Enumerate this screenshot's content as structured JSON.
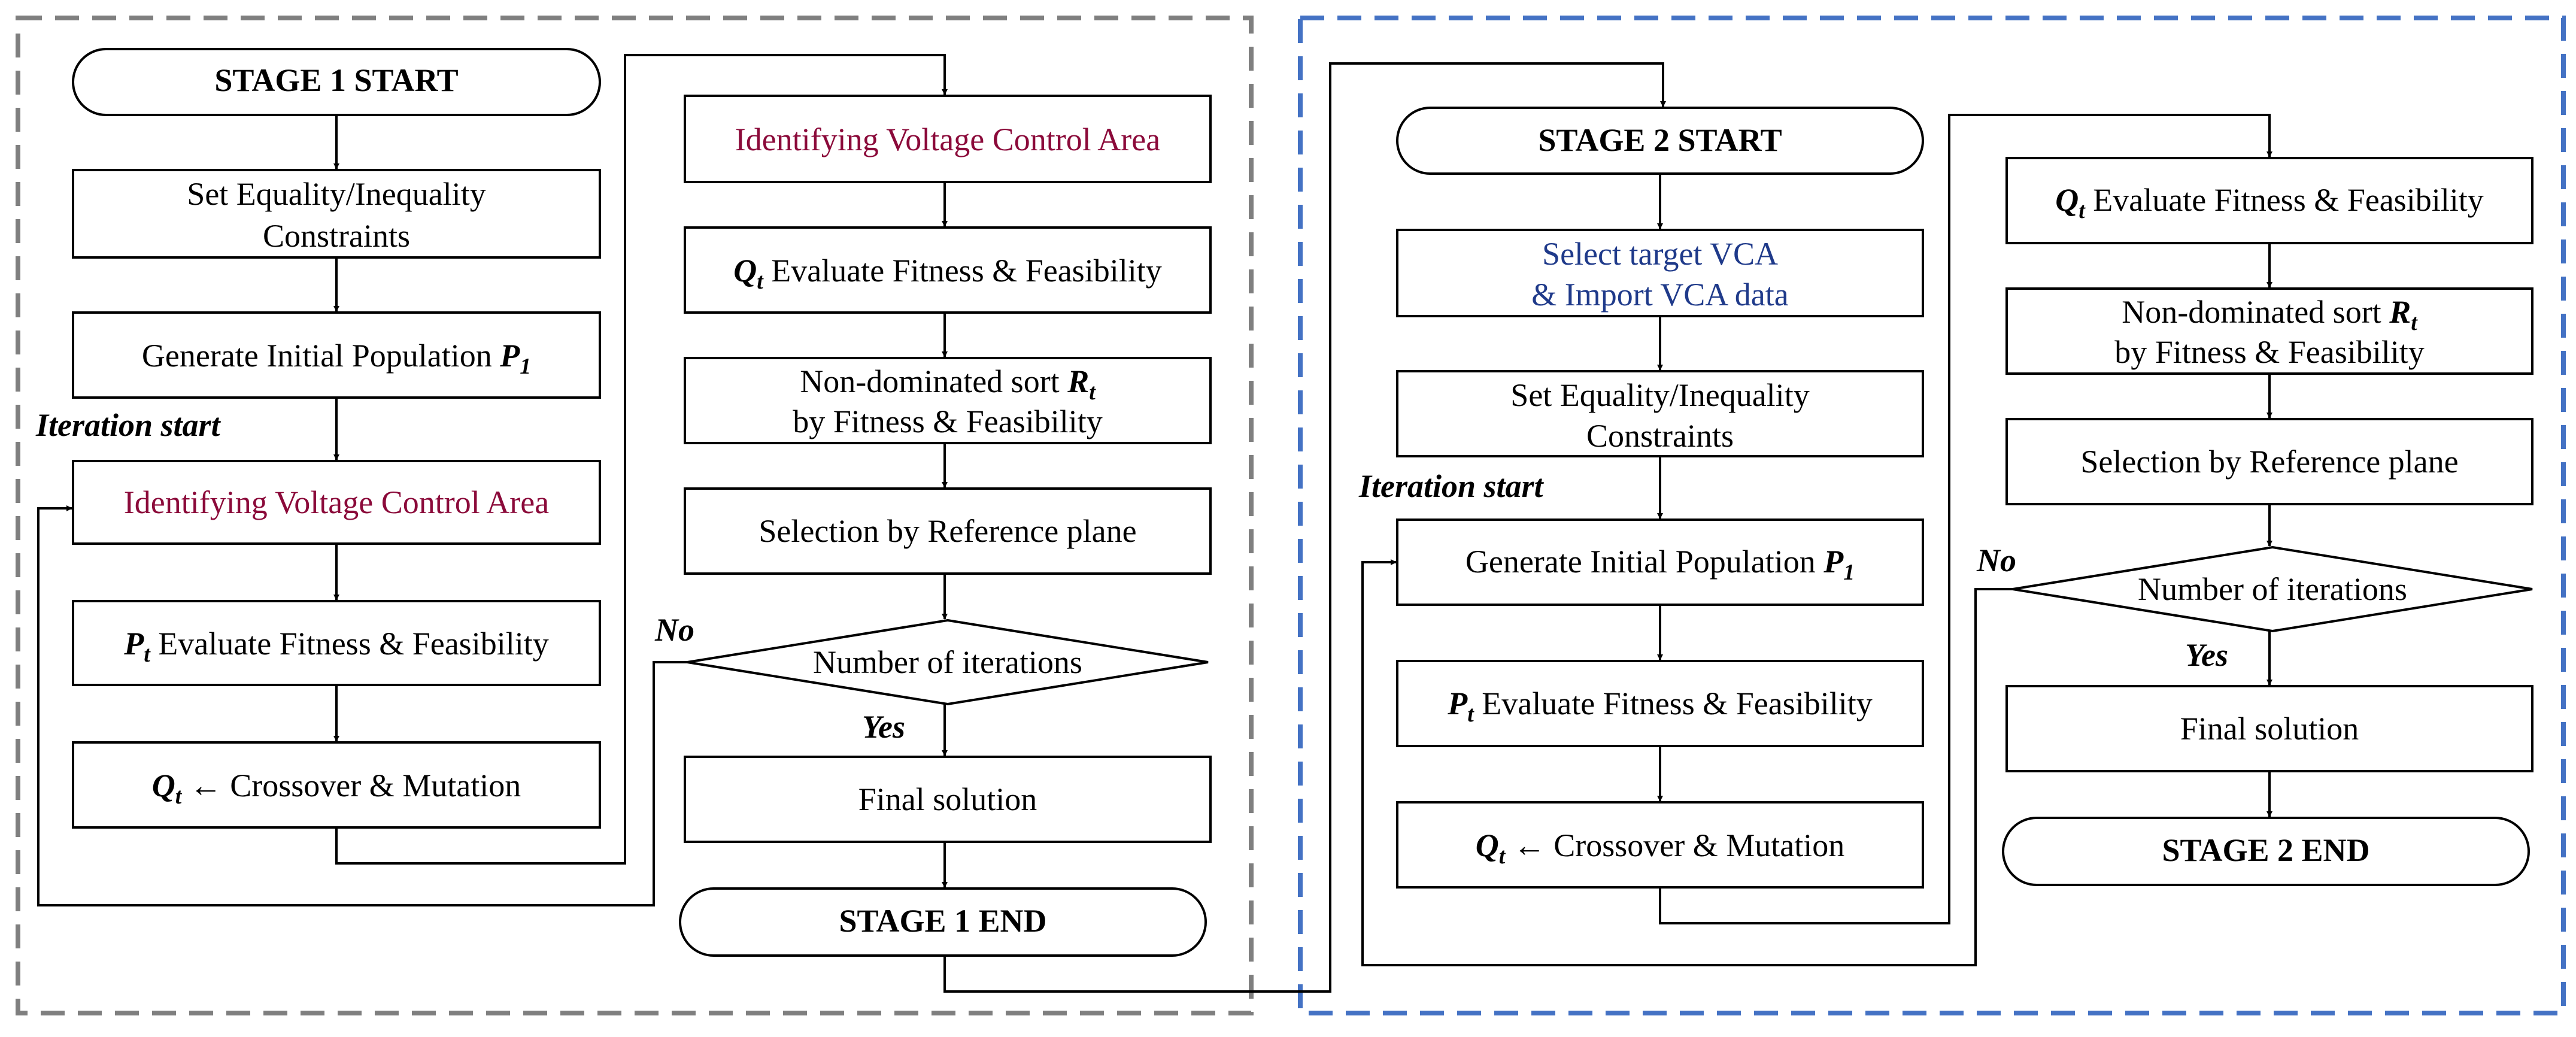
{
  "colors": {
    "stage1_border": "#7f7f7f",
    "stage2_border": "#4472c4",
    "vca_text": "#8b0a3a",
    "select_text": "#1f3a8a",
    "text": "#000000"
  },
  "stage1": {
    "start": "STAGE 1 START",
    "set_constraints_1": "Set Equality/Inequality",
    "set_constraints_2": "Constraints",
    "gen_pop": "Generate Initial Population",
    "gen_pop_var": "P",
    "gen_pop_sub": "1",
    "iteration_start": "Iteration start",
    "identify_vca_left": "Identifying Voltage Control Area",
    "pt_var": "P",
    "pt_sub": "t",
    "pt_eval": "Evaluate Fitness & Feasibility",
    "qt_var": "Q",
    "qt_sub": "t",
    "qt_crossover": "← Crossover & Mutation",
    "identify_vca_right": "Identifying Voltage Control Area",
    "qt_eval_var": "Q",
    "qt_eval_sub": "t",
    "qt_eval": "Evaluate Fitness & Feasibility",
    "nds_1": "Non-dominated sort",
    "nds_var": "R",
    "nds_sub": "t",
    "nds_2": "by Fitness & Feasibility",
    "selection": "Selection by Reference plane",
    "decision": "Number of iterations",
    "no": "No",
    "yes": "Yes",
    "final": "Final solution",
    "end": "STAGE 1 END"
  },
  "stage2": {
    "start": "STAGE 2 START",
    "select_1": "Select target VCA",
    "select_2": "& Import VCA data",
    "set_constraints_1": "Set Equality/Inequality",
    "set_constraints_2": "Constraints",
    "iteration_start": "Iteration start",
    "gen_pop": "Generate Initial Population",
    "gen_pop_var": "P",
    "gen_pop_sub": "1",
    "pt_var": "P",
    "pt_sub": "t",
    "pt_eval": "Evaluate Fitness & Feasibility",
    "qt_var": "Q",
    "qt_sub": "t",
    "qt_crossover": "← Crossover & Mutation",
    "qt_eval_var": "Q",
    "qt_eval_sub": "t",
    "qt_eval": "Evaluate Fitness & Feasibility",
    "nds_1": "Non-dominated sort",
    "nds_var": "R",
    "nds_sub": "t",
    "nds_2": "by Fitness & Feasibility",
    "selection": "Selection by Reference plane",
    "decision": "Number of iterations",
    "no": "No",
    "yes": "Yes",
    "final": "Final solution",
    "end": "STAGE 2 END"
  }
}
